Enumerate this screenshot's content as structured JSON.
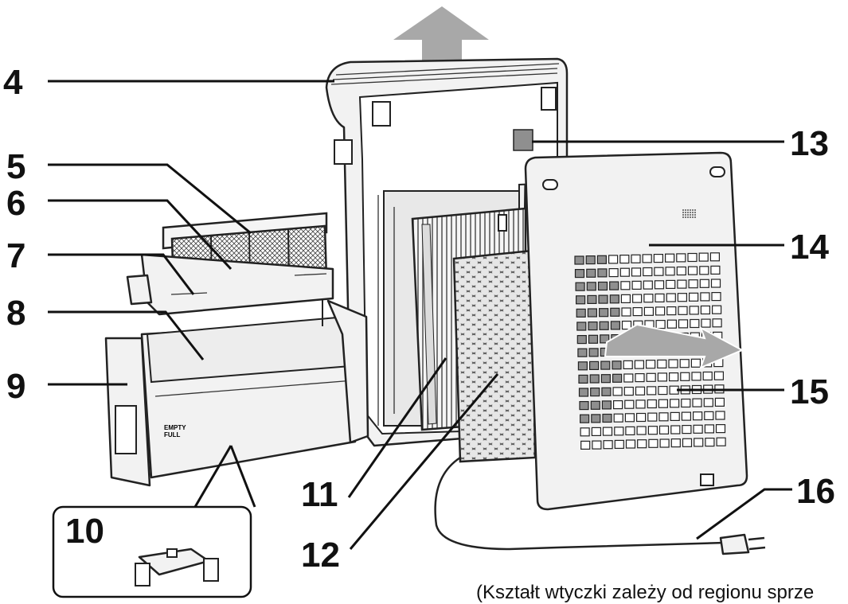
{
  "callouts": [
    {
      "id": "4",
      "label": "4"
    },
    {
      "id": "5",
      "label": "5"
    },
    {
      "id": "6",
      "label": "6"
    },
    {
      "id": "7",
      "label": "7"
    },
    {
      "id": "8",
      "label": "8"
    },
    {
      "id": "9",
      "label": "9"
    },
    {
      "id": "10",
      "label": "10"
    },
    {
      "id": "11",
      "label": "11"
    },
    {
      "id": "12",
      "label": "12"
    },
    {
      "id": "13",
      "label": "13"
    },
    {
      "id": "14",
      "label": "14"
    },
    {
      "id": "15",
      "label": "15"
    },
    {
      "id": "16",
      "label": "16"
    }
  ],
  "footnote": "(Kształt wtyczki zależy od regionu sprze",
  "tank_marks": {
    "empty": "EMPTY",
    "full": "FULL"
  },
  "colors": {
    "ink": "#111111",
    "arrow": "#a8a8a8",
    "panel": "#f2f2f2",
    "dark_square": "#8f8f8f"
  }
}
